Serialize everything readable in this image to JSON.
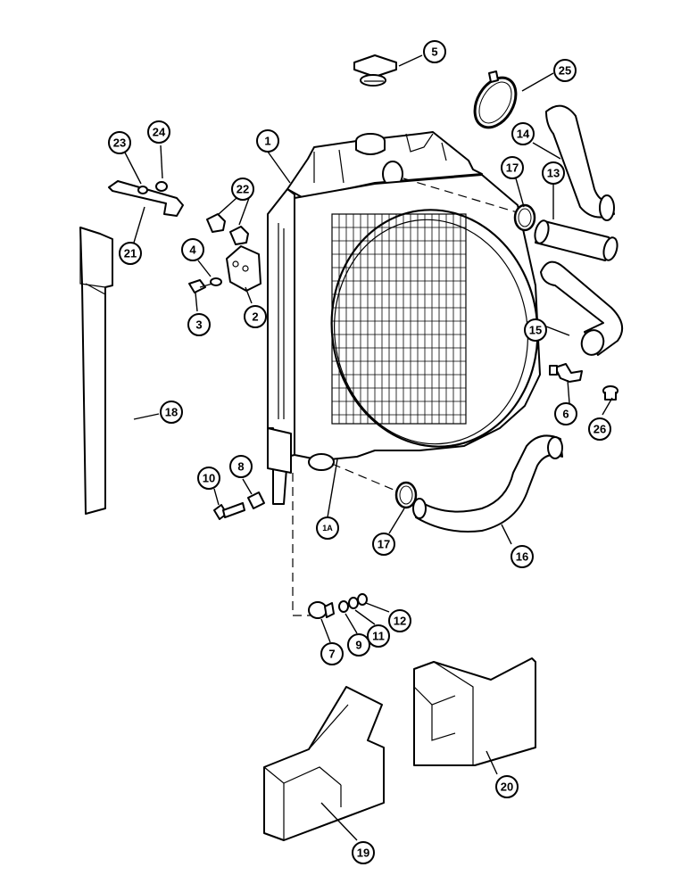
{
  "callouts": [
    {
      "id": "c1",
      "label": "1"
    },
    {
      "id": "c1a",
      "label": "1A"
    },
    {
      "id": "c2",
      "label": "2"
    },
    {
      "id": "c3",
      "label": "3"
    },
    {
      "id": "c4",
      "label": "4"
    },
    {
      "id": "c5",
      "label": "5"
    },
    {
      "id": "c6",
      "label": "6"
    },
    {
      "id": "c7",
      "label": "7"
    },
    {
      "id": "c8",
      "label": "8"
    },
    {
      "id": "c9",
      "label": "9"
    },
    {
      "id": "c10",
      "label": "10"
    },
    {
      "id": "c11",
      "label": "11"
    },
    {
      "id": "c12",
      "label": "12"
    },
    {
      "id": "c13",
      "label": "13"
    },
    {
      "id": "c14",
      "label": "14"
    },
    {
      "id": "c15",
      "label": "15"
    },
    {
      "id": "c16",
      "label": "16"
    },
    {
      "id": "c17a",
      "label": "17"
    },
    {
      "id": "c17b",
      "label": "17"
    },
    {
      "id": "c18",
      "label": "18"
    },
    {
      "id": "c19",
      "label": "19"
    },
    {
      "id": "c20",
      "label": "20"
    },
    {
      "id": "c21",
      "label": "21"
    },
    {
      "id": "c22",
      "label": "22"
    },
    {
      "id": "c23",
      "label": "23"
    },
    {
      "id": "c24",
      "label": "24"
    },
    {
      "id": "c25",
      "label": "25"
    },
    {
      "id": "c26",
      "label": "26"
    }
  ]
}
